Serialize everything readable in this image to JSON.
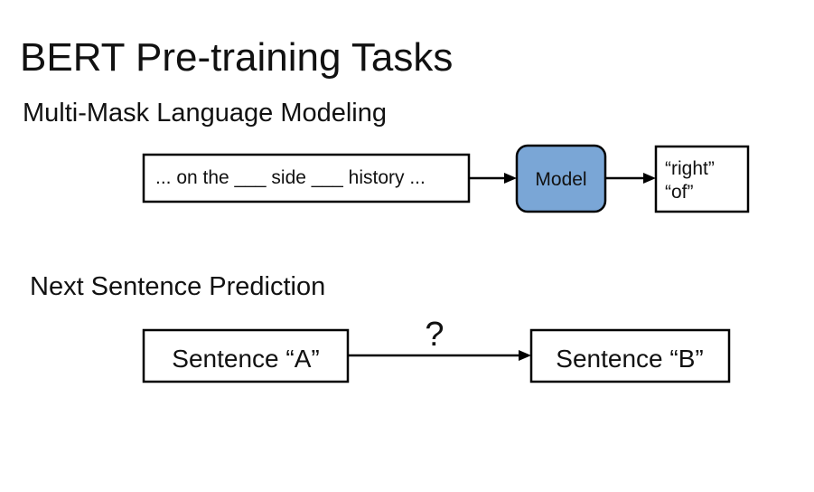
{
  "title": "BERT Pre-training Tasks",
  "mlm": {
    "heading": "Multi-Mask Language Modeling",
    "input_text": "... on the ___ side ___ history ...",
    "model_label": "Model",
    "output_line1": "“right”",
    "output_line2": "“of”",
    "model_color": "#7aa6d6"
  },
  "nsp": {
    "heading": "Next Sentence Prediction",
    "sentence_a": "Sentence “A”",
    "sentence_b": "Sentence “B”",
    "question_mark": "?"
  }
}
